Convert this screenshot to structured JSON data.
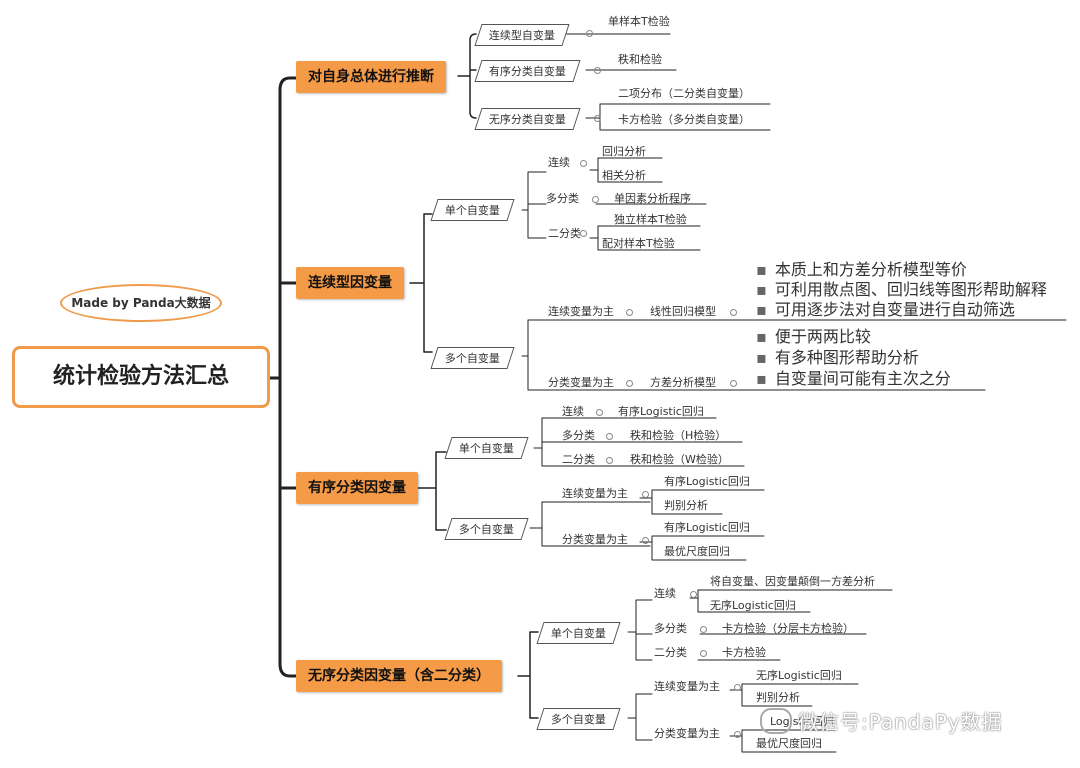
{
  "root": {
    "title": "统计检验方法汇总"
  },
  "tag": "Made by Panda大数据",
  "branches": [
    {
      "label": "对自身总体进行推断",
      "children": [
        {
          "label": "连续型自变量",
          "methods": [
            "单样本T检验"
          ]
        },
        {
          "label": "有序分类自变量",
          "methods": [
            "秩和检验"
          ]
        },
        {
          "label": "无序分类自变量",
          "methods": [
            "二项分布（二分类自变量）",
            "卡方检验（多分类自变量）"
          ]
        }
      ]
    },
    {
      "label": "连续型因变量",
      "children": [
        {
          "label": "单个自变量",
          "groups": [
            {
              "label": "连续",
              "methods": [
                "回归分析",
                "相关分析"
              ]
            },
            {
              "label": "多分类",
              "methods": [
                "单因素分析程序"
              ]
            },
            {
              "label": "二分类",
              "methods": [
                "独立样本T检验",
                "配对样本T检验"
              ]
            }
          ]
        },
        {
          "label": "多个自变量",
          "groups": [
            {
              "label": "连续变量为主",
              "model": "线性回归模型",
              "notes": [
                "本质上和方差分析模型等价",
                "可利用散点图、回归线等图形帮助解释",
                "可用逐步法对自变量进行自动筛选"
              ]
            },
            {
              "label": "分类变量为主",
              "model": "方差分析模型",
              "notes": [
                "便于两两比较",
                "有多种图形帮助分析",
                "自变量间可能有主次之分"
              ]
            }
          ]
        }
      ]
    },
    {
      "label": "有序分类因变量",
      "children": [
        {
          "label": "单个自变量",
          "groups": [
            {
              "label": "连续",
              "methods": [
                "有序Logistic回归"
              ]
            },
            {
              "label": "多分类",
              "methods": [
                "秩和检验（H检验）"
              ]
            },
            {
              "label": "二分类",
              "methods": [
                "秩和检验（W检验）"
              ]
            }
          ]
        },
        {
          "label": "多个自变量",
          "groups": [
            {
              "label": "连续变量为主",
              "methods": [
                "有序Logistic回归",
                "判别分析"
              ]
            },
            {
              "label": "分类变量为主",
              "methods": [
                "有序Logistic回归",
                "最优尺度回归"
              ]
            }
          ]
        }
      ]
    },
    {
      "label": "无序分类因变量（含二分类）",
      "children": [
        {
          "label": "单个自变量",
          "groups": [
            {
              "label": "连续",
              "methods": [
                "将自变量、因变量颠倒一方差分析",
                "无序Logistic回归"
              ]
            },
            {
              "label": "多分类",
              "methods": [
                "卡方检验（分层卡方检验）"
              ]
            },
            {
              "label": "二分类",
              "methods": [
                "卡方检验"
              ]
            }
          ]
        },
        {
          "label": "多个自变量",
          "groups": [
            {
              "label": "连续变量为主",
              "methods": [
                "无序Logistic回归",
                "判别分析"
              ]
            },
            {
              "label": "分类变量为主",
              "methods": [
                "Logistic回归",
                "最优尺度回归"
              ]
            }
          ]
        }
      ]
    }
  ],
  "watermark": "微信号:PandaPy数据",
  "colors": {
    "accent": "#f59a46",
    "border": "#f09a4a",
    "line": "#222222",
    "thin_line": "#555555"
  }
}
